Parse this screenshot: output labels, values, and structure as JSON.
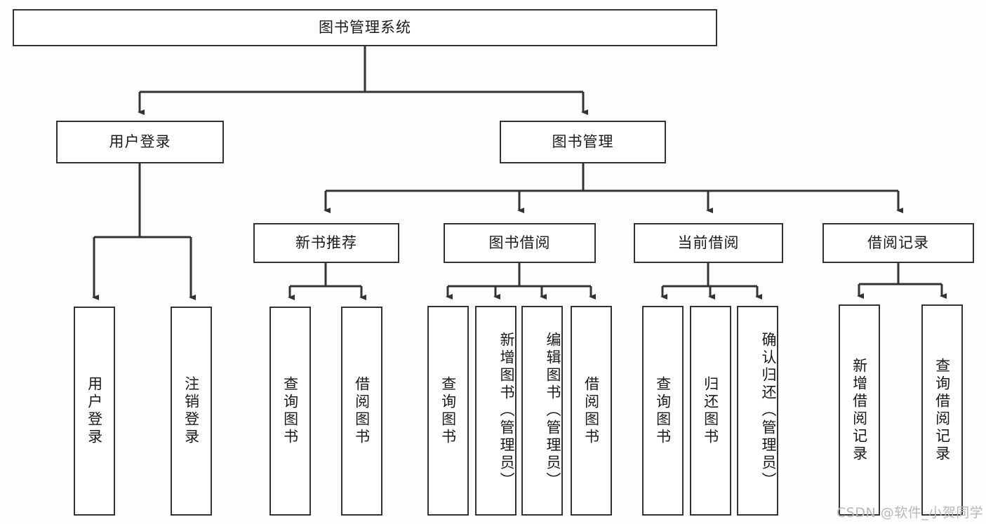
{
  "diagram": {
    "type": "tree-flowchart",
    "title": "图书管理系统",
    "background_color": "#fdfdfd",
    "line_color": "#333333",
    "box_fill": "#ffffff",
    "levels": 4,
    "root": {
      "label": "图书管理系统"
    },
    "level2": [
      {
        "label": "用户登录"
      },
      {
        "label": "图书管理"
      }
    ],
    "level3": [
      {
        "label": "新书推荐"
      },
      {
        "label": "图书借阅"
      },
      {
        "label": "当前借阅"
      },
      {
        "label": "借阅记录"
      }
    ],
    "leaves": {
      "user_login": [
        {
          "label": "用户登录"
        },
        {
          "label": "注销登录"
        }
      ],
      "new_book_recommend": [
        {
          "label": "查询图书"
        },
        {
          "label": "借阅图书"
        }
      ],
      "book_borrow": [
        {
          "label": "查询图书"
        },
        {
          "label": "新增图书（管理员）"
        },
        {
          "label": "编辑图书（管理员）"
        },
        {
          "label": "借阅图书"
        }
      ],
      "current_borrow": [
        {
          "label": "查询图书"
        },
        {
          "label": "归还图书"
        },
        {
          "label": "确认归还（管理员）"
        }
      ],
      "borrow_record": [
        {
          "label": "新增借阅记录"
        },
        {
          "label": "查询借阅记录"
        }
      ]
    }
  },
  "watermark": {
    "text": "CSDN @软件_小贺同学"
  }
}
